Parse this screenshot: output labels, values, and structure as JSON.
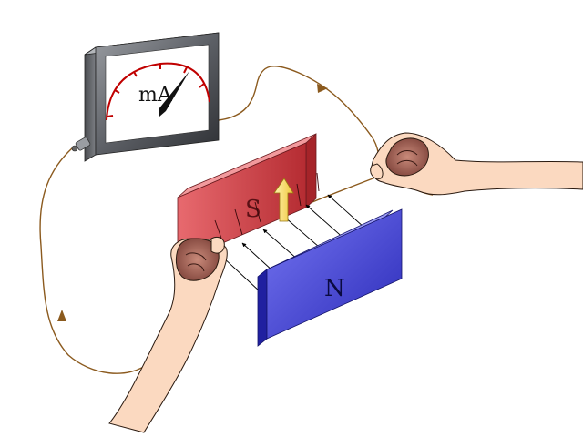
{
  "meter": {
    "unit_label": "mA",
    "face_color": "#ffffff",
    "scale_color": "#c00000",
    "needle_color": "#111111"
  },
  "magnets": {
    "south_label": "S",
    "north_label": "N",
    "south_color": "#d9454a",
    "north_color": "#3a3ad8"
  },
  "wire": {
    "color": "#8b5a1e"
  },
  "force_arrow": {
    "color": "#f5d24a"
  },
  "hand": {
    "skin_color": "#fbd9c0",
    "outline_color": "#2a1a10"
  }
}
